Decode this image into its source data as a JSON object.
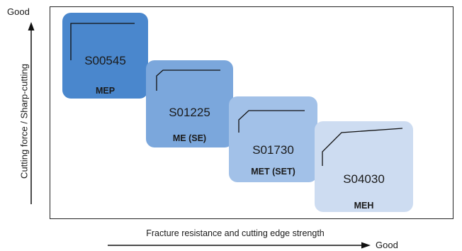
{
  "y_axis": {
    "label": "Cutting force / Sharp-cutting",
    "good_label": "Good"
  },
  "x_axis": {
    "label": "Fracture resistance and cutting edge strength",
    "good_label": "Good"
  },
  "grades": [
    {
      "code": "S00545",
      "name": "MEP",
      "color": "#4a87cd"
    },
    {
      "code": "S01225",
      "name": "ME (SE)",
      "color": "#7ba7dc"
    },
    {
      "code": "S01730",
      "name": "MET (SET)",
      "color": "#a2c1e8"
    },
    {
      "code": "S04030",
      "name": "MEH",
      "color": "#cddcf1"
    }
  ]
}
